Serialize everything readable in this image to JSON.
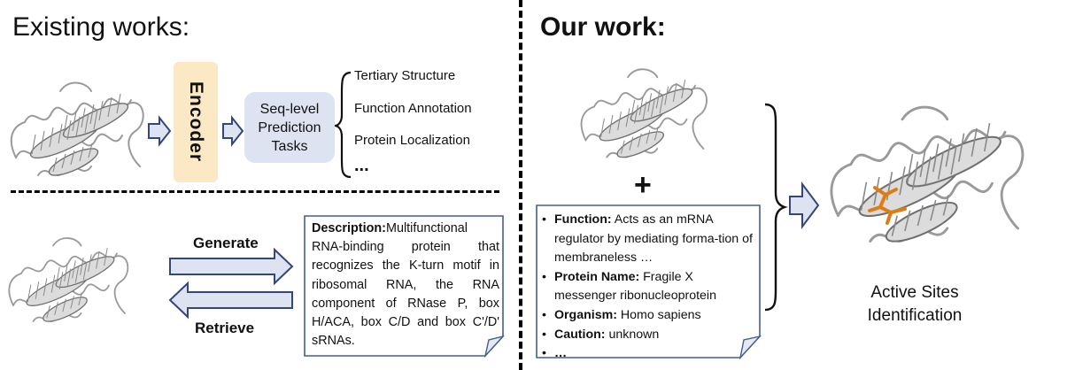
{
  "left": {
    "title": "Existing works:",
    "encoder_label": "Encoder",
    "seq_task": [
      "Seq-level",
      "Prediction",
      "Tasks"
    ],
    "tasks": [
      "Tertiary Structure",
      "Function Annotation",
      "Protein Localization"
    ],
    "tasks_more": "...",
    "generate_label": "Generate",
    "retrieve_label": "Retrieve",
    "description": {
      "key": "Description:",
      "text": "Multifunctional RNA-binding protein that recognizes the K-turn motif in ribosomal RNA, the RNA component of RNase P, box H/ACA, box C/D and box C'/D' sRNAs."
    }
  },
  "right": {
    "title": "Our work:",
    "plus": "+",
    "info": [
      {
        "key": "Function:",
        "value": " Acts as an mRNA regulator by mediating forma-tion of membraneless …"
      },
      {
        "key": "Protein Name:",
        "value": " Fragile X messenger ribonucleoprotein"
      },
      {
        "key": "Organism:",
        "value": " Homo sapiens"
      },
      {
        "key": "Caution:",
        "value": " unknown"
      },
      {
        "key": "…",
        "value": ""
      }
    ],
    "result": [
      "Active Sites",
      "Identification"
    ]
  },
  "colors": {
    "encoder_bg": "#fbe8c5",
    "task_bg": "#dde3f1",
    "arrow_fill": "#dde3f1",
    "arrow_stroke": "#34467a",
    "active_site": "#e07b12",
    "protein": "#c8c8c8"
  }
}
